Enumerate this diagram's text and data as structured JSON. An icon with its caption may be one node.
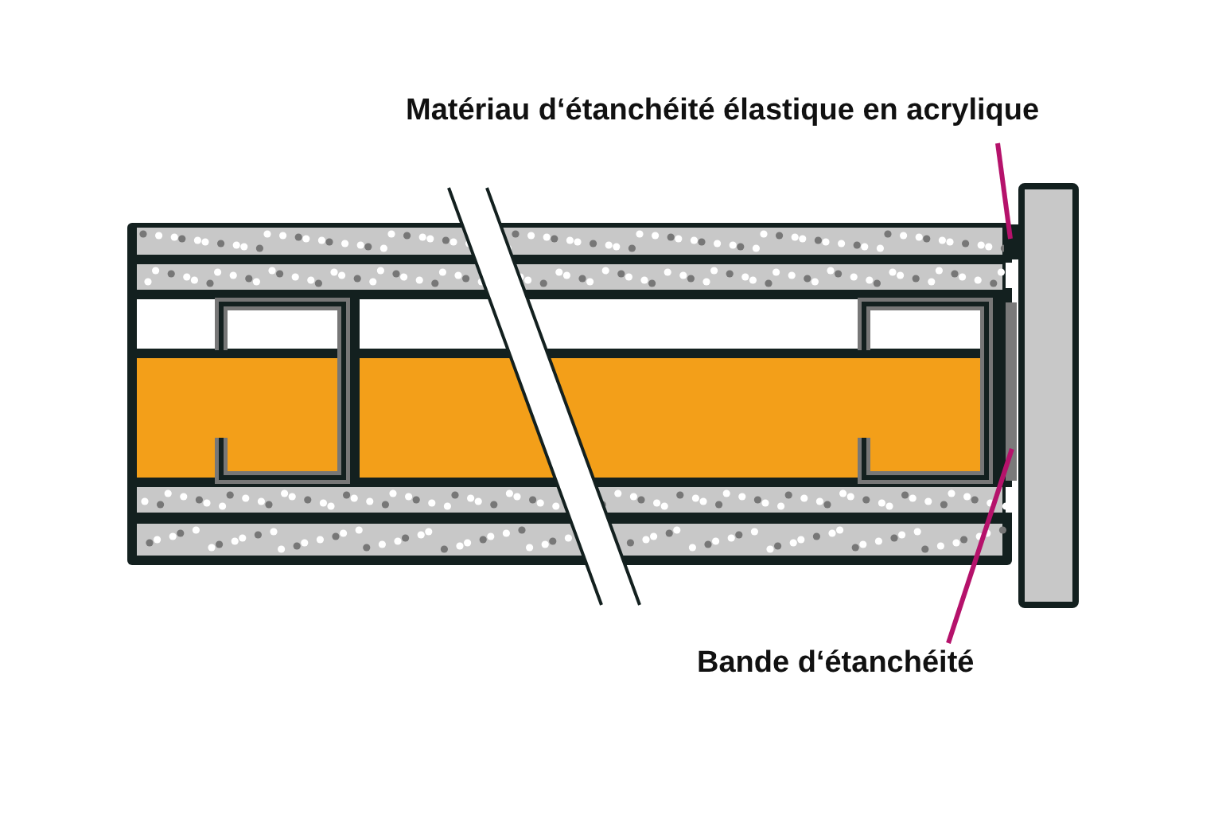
{
  "diagram": {
    "nodes": [
      {
        "text": [
          "Matériau d‘étanchéité élastique en acrylique"
        ]
      },
      {
        "text": [],
        "shape": "bar"
      },
      {
        "text": [
          "Bande d‘étanchéité"
        ]
      },
      {
        "text": [],
        "shape": "bar"
      }
    ],
    "edges": [
      {
        "from": 0,
        "to": 1,
        "arrow": "none"
      },
      {
        "from": 2,
        "to": 3,
        "arrow": "none"
      }
    ]
  }
}
